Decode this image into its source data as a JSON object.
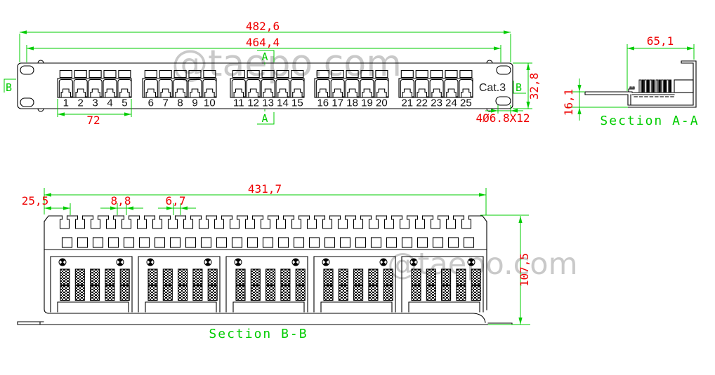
{
  "watermark_text": "@taepo.com",
  "colors": {
    "dimension_line": "#00CC00",
    "dimension_text": "#EE0000",
    "drawing_line": "#000000",
    "watermark": "#C9C9C9"
  },
  "front_view": {
    "cat_label": "Cat.3",
    "ports": [
      "1",
      "2",
      "3",
      "4",
      "5",
      "6",
      "7",
      "8",
      "9",
      "10",
      "11",
      "12",
      "13",
      "14",
      "15",
      "16",
      "17",
      "18",
      "19",
      "20",
      "21",
      "22",
      "23",
      "24",
      "25"
    ],
    "dim_overall_width": "482,6",
    "dim_inner_width": "464,4",
    "dim_group_width": "72",
    "dim_height": "32,8",
    "dim_slots": "4Ø6.8X12",
    "marker_a": "A",
    "marker_b": "B"
  },
  "section_aa": {
    "label": "Section A-A",
    "dim_width": "65,1",
    "dim_height": "16,1"
  },
  "section_bb": {
    "label": "Section B-B",
    "dim_overall": "431,7",
    "dim_left_offset": "25,5",
    "dim_slot_pitch": "8,8",
    "dim_slot_neck": "6,7",
    "dim_height": "107,5"
  },
  "geometry": {
    "port_group_count": 5,
    "ports_per_group": 5,
    "comb_slot_count": 27,
    "square_hole_count": 27,
    "idc_columns": 5,
    "idc_rows": 2,
    "screws_per_group": 2
  }
}
